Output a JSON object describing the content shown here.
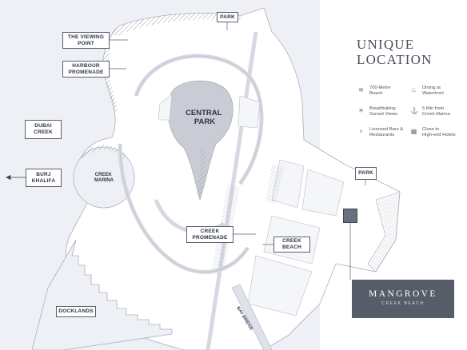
{
  "colors": {
    "water": "#eef0f6",
    "land": "#ffffff",
    "road": "#dfe2ea",
    "park": "#c9ccd4",
    "outline": "#9aa0ac",
    "brand_bg": "#565c68",
    "text": "#3d4350"
  },
  "map": {
    "main_labels": {
      "central_park": [
        "CENTRAL",
        "PARK"
      ],
      "creek_marina": [
        "CREEK",
        "MARINA"
      ]
    },
    "callouts": {
      "park_top": "PARK",
      "viewing_point": [
        "THE VIEWING",
        "POINT"
      ],
      "harbour_promenade": [
        "HARBOUR",
        "PROMENADE"
      ],
      "dubai_creek": [
        "DUBAI",
        "CREEK"
      ],
      "burj_khalifa": [
        "BURJ",
        "KHALIFA"
      ],
      "park_right": "PARK",
      "creek_promenade": [
        "CREEK",
        "PROMENADE"
      ],
      "creek_beach": [
        "CREEK",
        "BEACH"
      ],
      "docklands": "DOCKLANDS"
    },
    "road_label": "BAY BRIDGE"
  },
  "panel": {
    "title_line1": "UNIQUE",
    "title_line2": "LOCATION",
    "features": [
      {
        "icon": "beach-icon",
        "glyph": "≋",
        "lines": [
          "700-Metre",
          "Beach"
        ]
      },
      {
        "icon": "dining-icon",
        "glyph": "♨",
        "lines": [
          "Dining at",
          "Waterfront"
        ]
      },
      {
        "icon": "sunset-icon",
        "glyph": "☀",
        "lines": [
          "Breathtaking",
          "Sunset Views"
        ]
      },
      {
        "icon": "anchor-icon",
        "glyph": "⚓",
        "lines": [
          "5 Min from",
          "Creek Marina"
        ]
      },
      {
        "icon": "bar-icon",
        "glyph": "♆",
        "lines": [
          "Licensed Bars &",
          "Restaurants"
        ]
      },
      {
        "icon": "hotel-icon",
        "glyph": "▦",
        "lines": [
          "Close to",
          "High-end Hotels"
        ]
      }
    ]
  },
  "brand": {
    "name": "MANGROVE",
    "sub": "CREEK BEACH"
  }
}
